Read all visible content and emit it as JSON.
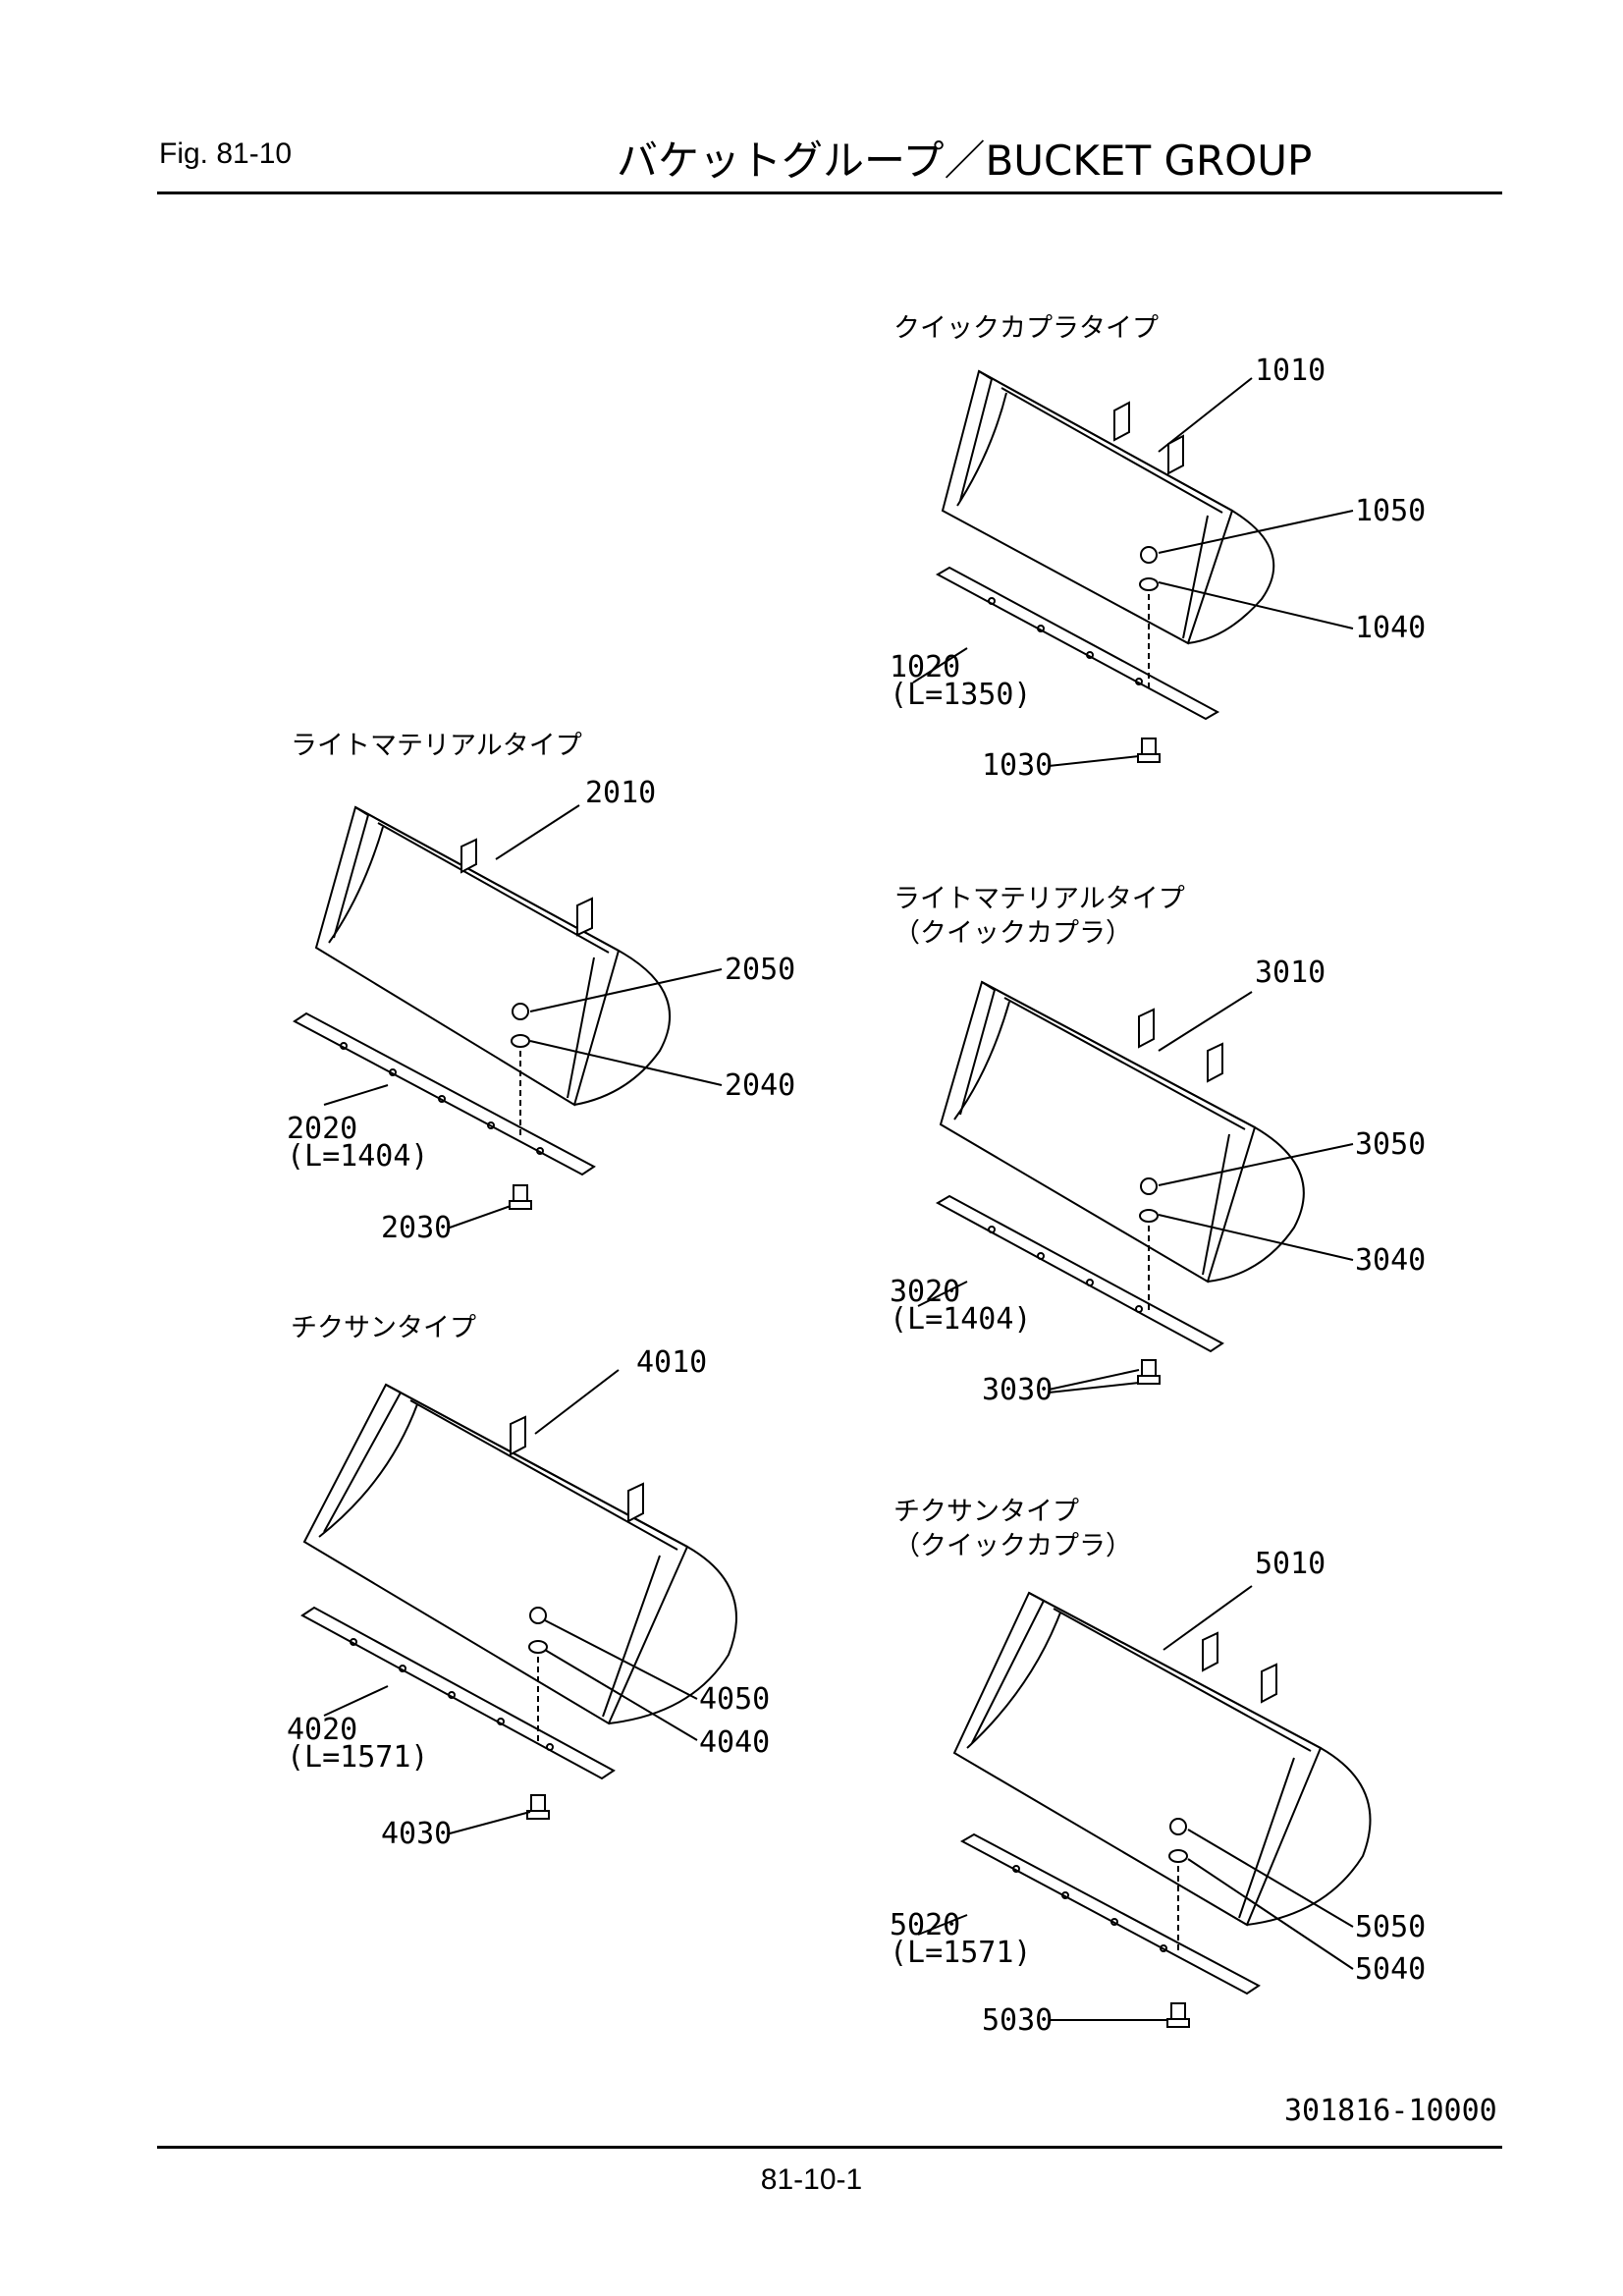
{
  "header": {
    "fig": "Fig.  81-10",
    "title": "バケットグループ／BUCKET  GROUP"
  },
  "sections": {
    "qc": "クイックカプラタイプ",
    "lm": "ライトマテリアルタイプ",
    "lmqc_1": "ライトマテリアルタイプ",
    "lmqc_2": "（クイックカプラ）",
    "ch": "チクサンタイプ",
    "chqc_1": "チクサンタイプ",
    "chqc_2": "（クイックカプラ）"
  },
  "parts": {
    "p1010": "1010",
    "p1050": "1050",
    "p1040": "1040",
    "p1020": "1020",
    "p1020len": "(L=1350)",
    "p1030": "1030",
    "p2010": "2010",
    "p2050": "2050",
    "p2040": "2040",
    "p2020": "2020",
    "p2020len": "(L=1404)",
    "p2030": "2030",
    "p3010": "3010",
    "p3050": "3050",
    "p3040": "3040",
    "p3020": "3020",
    "p3020len": "(L=1404)",
    "p3030": "3030",
    "p4010": "4010",
    "p4050": "4050",
    "p4040": "4040",
    "p4020": "4020",
    "p4020len": "(L=1571)",
    "p4030": "4030",
    "p5010": "5010",
    "p5050": "5050",
    "p5040": "5040",
    "p5020": "5020",
    "p5020len": "(L=1571)",
    "p5030": "5030"
  },
  "drawing_number": "301816-10000",
  "footer": {
    "page": "81-10-1"
  }
}
